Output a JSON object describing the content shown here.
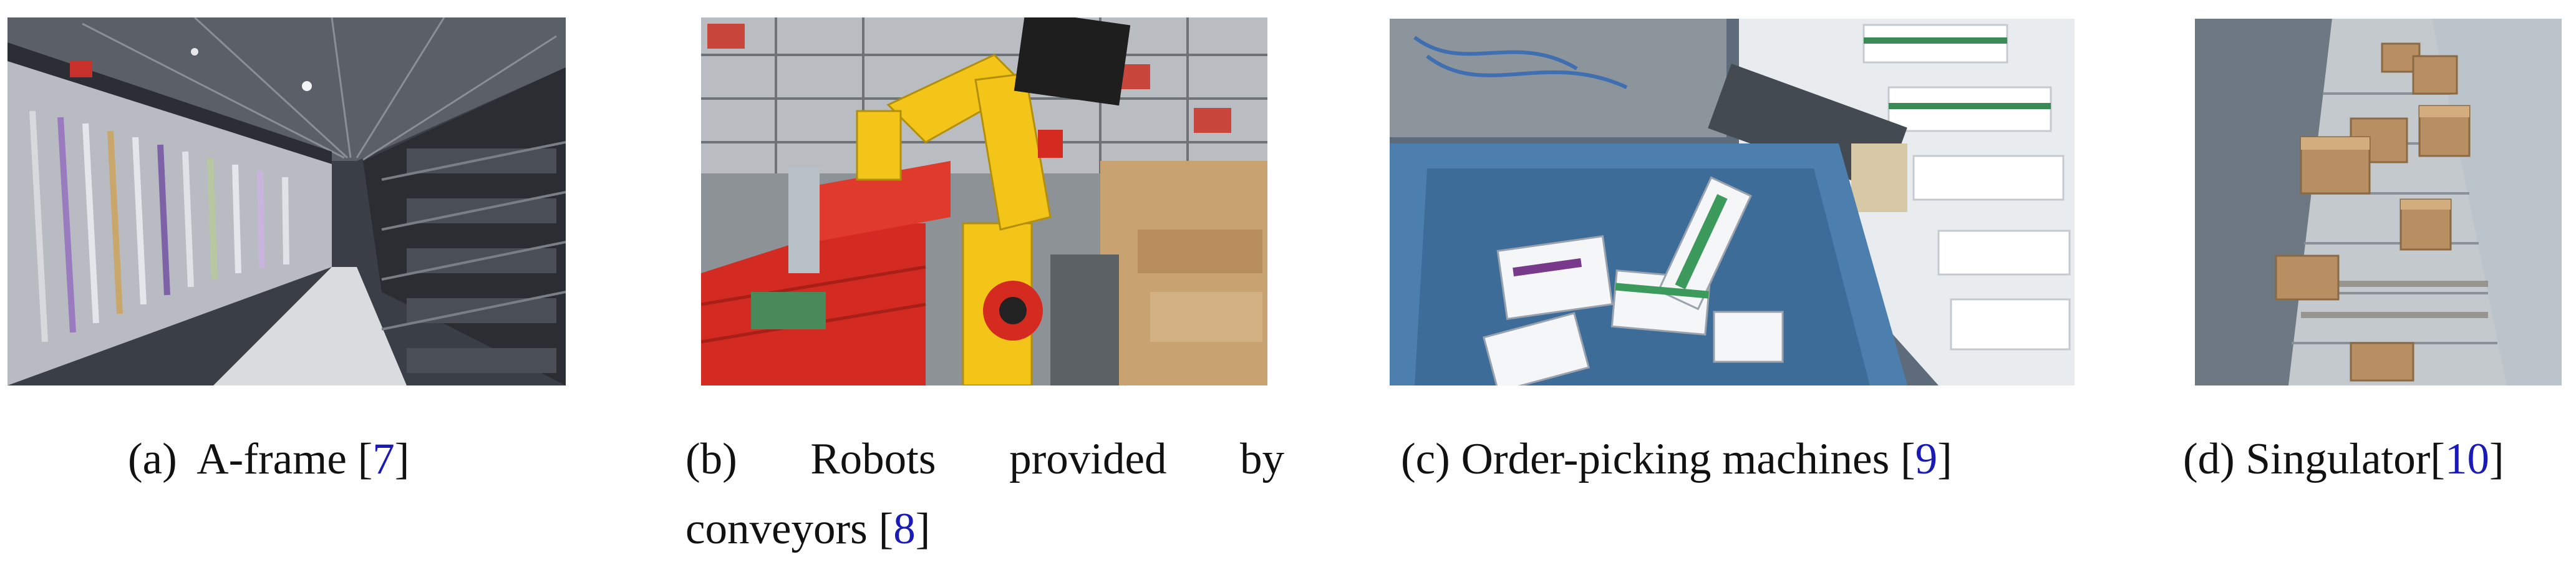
{
  "figures": [
    {
      "label": "(a)",
      "title": "A-frame",
      "ref": "7",
      "image_alt": "Automated A-frame dispensing system in a warehouse aisle"
    },
    {
      "label": "(b)",
      "title": "Robots provided by",
      "title_cont": "conveyors",
      "ref": "8",
      "image_alt": "Yellow industrial robot arm picking from red bins next to conveyors"
    },
    {
      "label": "(c)",
      "title": "Order-picking machines",
      "ref": "9",
      "image_alt": "Order-picking machine dropping medicine boxes into a blue tote"
    },
    {
      "label": "(d)",
      "title": "Singulator",
      "ref": "10",
      "image_alt": "Roller conveyor singulator separating cardboard parcels"
    }
  ],
  "colors": {
    "ref_link": "#1a1ab8",
    "text": "#111111"
  }
}
